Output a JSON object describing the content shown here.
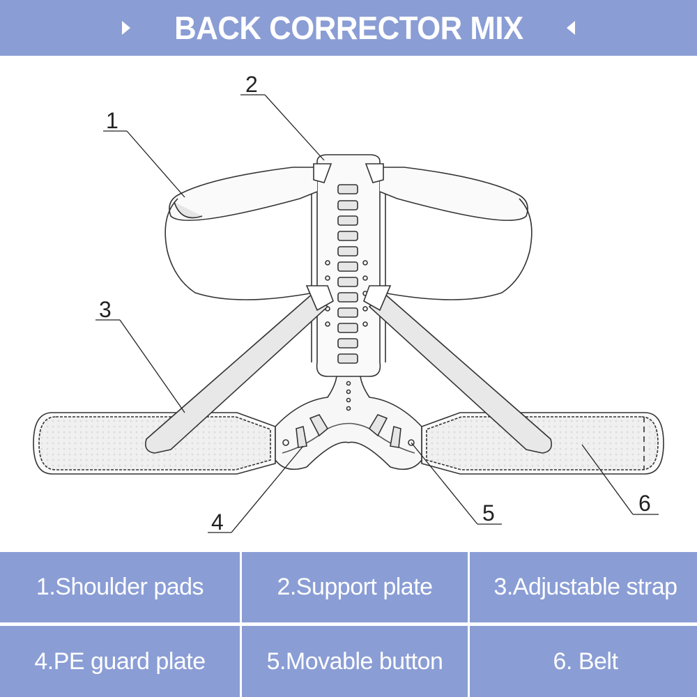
{
  "header": {
    "title": "BACK CORRECTOR MIX",
    "left_icon": "triangle-right-icon",
    "right_icon": "triangle-left-icon",
    "background_color": "#8a9dd5",
    "text_color": "#ffffff"
  },
  "diagram": {
    "callouts": [
      {
        "number": "1",
        "part": "Shoulder pads"
      },
      {
        "number": "2",
        "part": "Support plate"
      },
      {
        "number": "3",
        "part": "Adjustable strap"
      },
      {
        "number": "4",
        "part": "PE guard plate"
      },
      {
        "number": "5",
        "part": "Movable button"
      },
      {
        "number": "6",
        "part": "Belt"
      }
    ]
  },
  "legend": {
    "cells": [
      "1.Shoulder pads",
      "2.Support plate",
      "3.Adjustable strap",
      "4.PE guard plate",
      "5.Movable button",
      "6. Belt"
    ]
  }
}
